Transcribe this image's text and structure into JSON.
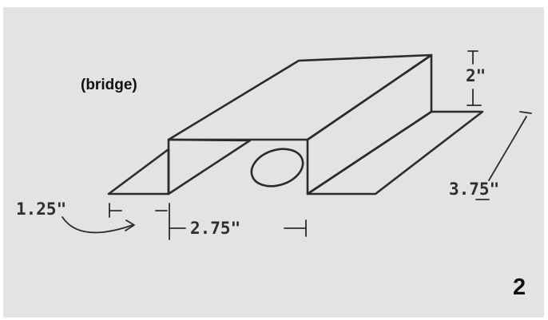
{
  "caption": "(bridge)",
  "dimensions": {
    "height": "2\"",
    "depth": "3.75\"",
    "flange_width": "1.25\"",
    "span_width": "2.75\""
  },
  "page_number": "2"
}
